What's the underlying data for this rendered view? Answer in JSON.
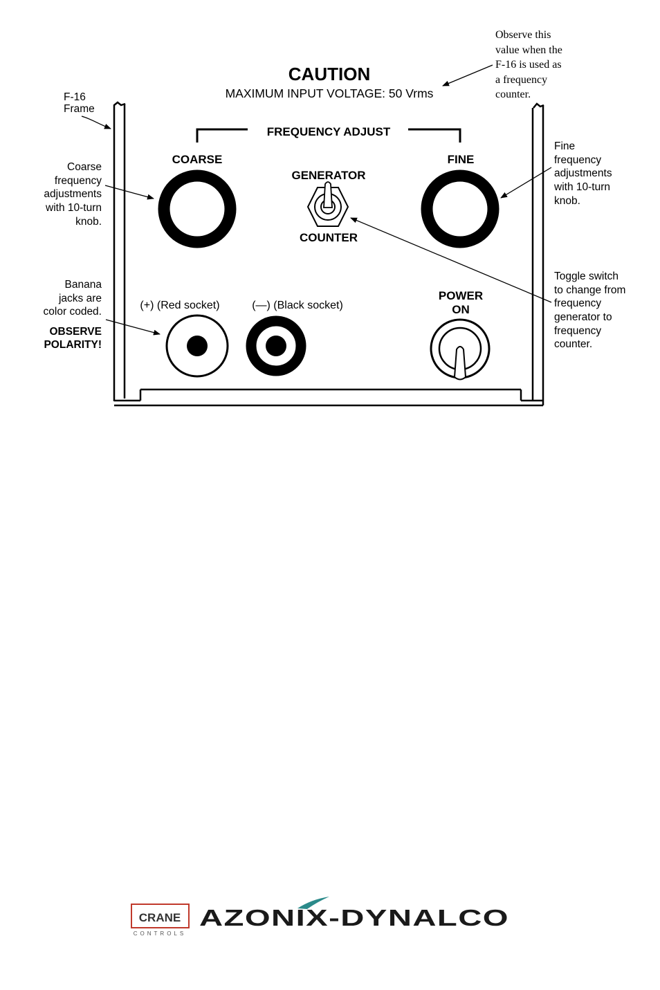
{
  "caution": {
    "title": "CAUTION",
    "subtitle": "MAXIMUM INPUT VOLTAGE: 50 Vrms"
  },
  "panel": {
    "frequency_adjust": "FREQUENCY ADJUST",
    "coarse": "COARSE",
    "fine": "FINE",
    "generator": "GENERATOR",
    "counter": "COUNTER",
    "red_socket": "(+) (Red socket)",
    "black_socket": "(—) (Black socket)",
    "power_line1": "POWER",
    "power_line2": "ON"
  },
  "callouts": {
    "observe": [
      "Observe this",
      "value when the",
      "F-16 is used as",
      "a frequency",
      "counter."
    ],
    "frame": [
      "F-16",
      "Frame"
    ],
    "coarse": [
      "Coarse",
      "frequency",
      "adjustments",
      "with 10-turn",
      "knob."
    ],
    "fine": [
      "Fine",
      "frequency",
      "adjustments",
      "with 10-turn",
      "knob."
    ],
    "banana": [
      "Banana",
      "jacks are",
      "color coded."
    ],
    "polarity": [
      "OBSERVE",
      "POLARITY!"
    ],
    "toggle": [
      "Toggle switch",
      "to change from",
      "frequency",
      "generator to",
      "frequency",
      "counter."
    ]
  },
  "logos": {
    "crane": "CRANE",
    "crane_sub": "CONTROLS",
    "azonix": "AZONIX-DYNALCO"
  },
  "colors": {
    "ink": "#000000",
    "crane_red": "#c0392b",
    "logo_teal": "#2b8a8a"
  }
}
